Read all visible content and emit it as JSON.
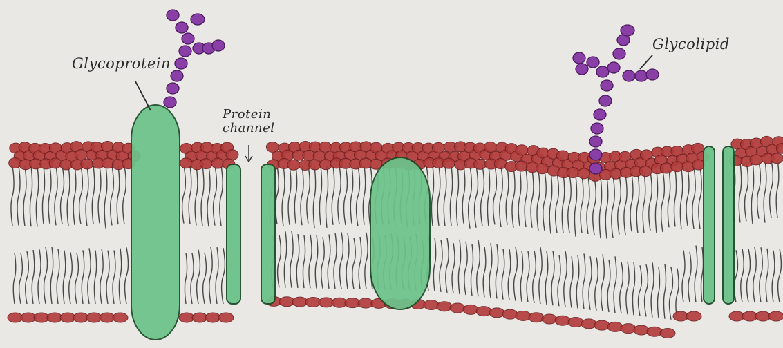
{
  "labels": {
    "glycoprotein": "Glycoprotein",
    "glycolipid": "Glycolipid",
    "protein_channel_line1": "Protein",
    "protein_channel_line2": "channel"
  },
  "colors": {
    "background": "#e9e8e4",
    "phosphate_head": "#b23a3a",
    "protein": "#6cc38a",
    "carbohydrate": "#8a3fa6",
    "ink": "#2a2a2a"
  }
}
